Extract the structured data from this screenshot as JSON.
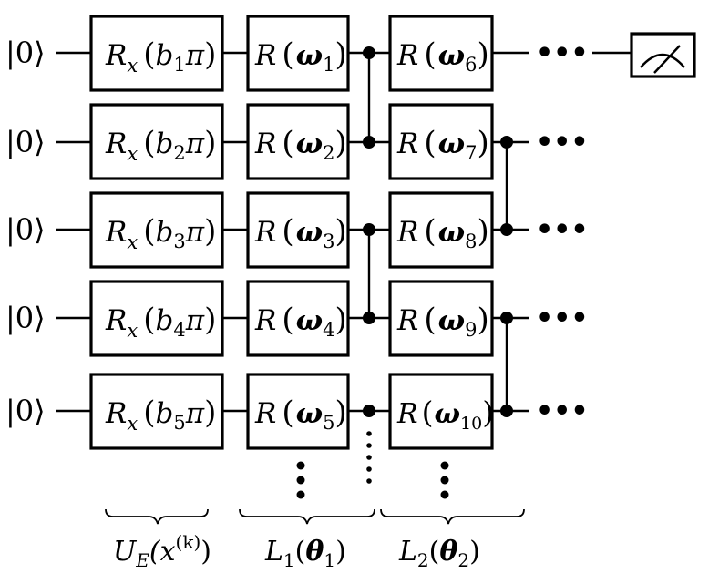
{
  "circuit": {
    "inputs": [
      "|0⟩",
      "|0⟩",
      "|0⟩",
      "|0⟩",
      "|0⟩"
    ],
    "encoding_gates": [
      {
        "symbol": "R",
        "sub": "x",
        "arg_var": "b",
        "arg_idx": "1",
        "arg_tail": "π"
      },
      {
        "symbol": "R",
        "sub": "x",
        "arg_var": "b",
        "arg_idx": "2",
        "arg_tail": "π"
      },
      {
        "symbol": "R",
        "sub": "x",
        "arg_var": "b",
        "arg_idx": "3",
        "arg_tail": "π"
      },
      {
        "symbol": "R",
        "sub": "x",
        "arg_var": "b",
        "arg_idx": "4",
        "arg_tail": "π"
      },
      {
        "symbol": "R",
        "sub": "x",
        "arg_var": "b",
        "arg_idx": "5",
        "arg_tail": "π"
      }
    ],
    "layer1_gates": [
      {
        "symbol": "R",
        "arg": "ω",
        "idx": "1"
      },
      {
        "symbol": "R",
        "arg": "ω",
        "idx": "2"
      },
      {
        "symbol": "R",
        "arg": "ω",
        "idx": "3"
      },
      {
        "symbol": "R",
        "arg": "ω",
        "idx": "4"
      },
      {
        "symbol": "R",
        "arg": "ω",
        "idx": "5"
      }
    ],
    "layer2_gates": [
      {
        "symbol": "R",
        "arg": "ω",
        "idx": "6"
      },
      {
        "symbol": "R",
        "arg": "ω",
        "idx": "7"
      },
      {
        "symbol": "R",
        "arg": "ω",
        "idx": "8"
      },
      {
        "symbol": "R",
        "arg": "ω",
        "idx": "9"
      },
      {
        "symbol": "R",
        "arg": "ω",
        "idx": "10"
      }
    ],
    "continuation": "•••",
    "measurement_icon": "meter-icon"
  },
  "labels": {
    "encoding": {
      "main": "U",
      "sub": "E",
      "open": "(x",
      "sup": "(k)",
      "close": ")"
    },
    "layer1": {
      "main": "L",
      "sub": "1",
      "open": "(",
      "theta": "θ",
      "theta_sub": "1",
      "close": ")"
    },
    "layer2": {
      "main": "L",
      "sub": "2",
      "open": "(",
      "theta": "θ",
      "theta_sub": "2",
      "close": ")"
    }
  }
}
